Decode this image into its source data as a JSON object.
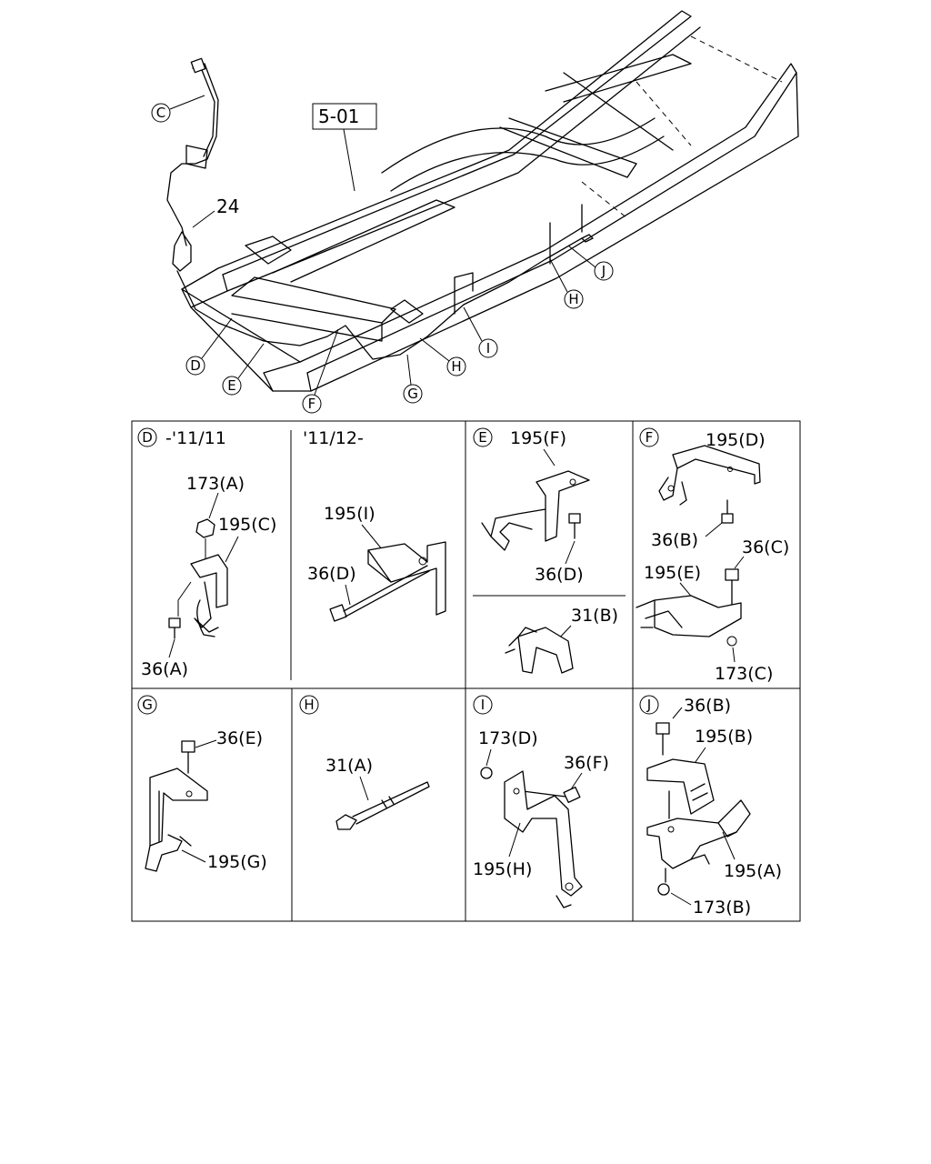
{
  "main": {
    "ref_box": "5-01",
    "part_24": "24",
    "callouts": {
      "C": "C",
      "D": "D",
      "E": "E",
      "F": "F",
      "G": "G",
      "H1": "H",
      "H2": "H",
      "I": "I",
      "J": "J"
    }
  },
  "panels": {
    "D": {
      "letter": "D",
      "left_header": "-'11/11",
      "right_header": "'11/12-",
      "p1": "173(A)",
      "p2": "195(C)",
      "p3": "36(A)",
      "p4": "195(I)",
      "p5": "36(D)"
    },
    "E": {
      "letter": "E",
      "p1": "195(F)",
      "p2": "36(D)",
      "p3": "31(B)"
    },
    "F": {
      "letter": "F",
      "p1": "195(D)",
      "p2": "36(B)",
      "p3": "36(C)",
      "p4": "195(E)",
      "p5": "173(C)"
    },
    "G": {
      "letter": "G",
      "p1": "36(E)",
      "p2": "195(G)"
    },
    "H": {
      "letter": "H",
      "p1": "31(A)"
    },
    "I": {
      "letter": "I",
      "p1": "173(D)",
      "p2": "36(F)",
      "p3": "195(H)"
    },
    "J": {
      "letter": "J",
      "p1": "36(B)",
      "p2": "195(B)",
      "p3": "195(A)",
      "p4": "173(B)"
    }
  }
}
